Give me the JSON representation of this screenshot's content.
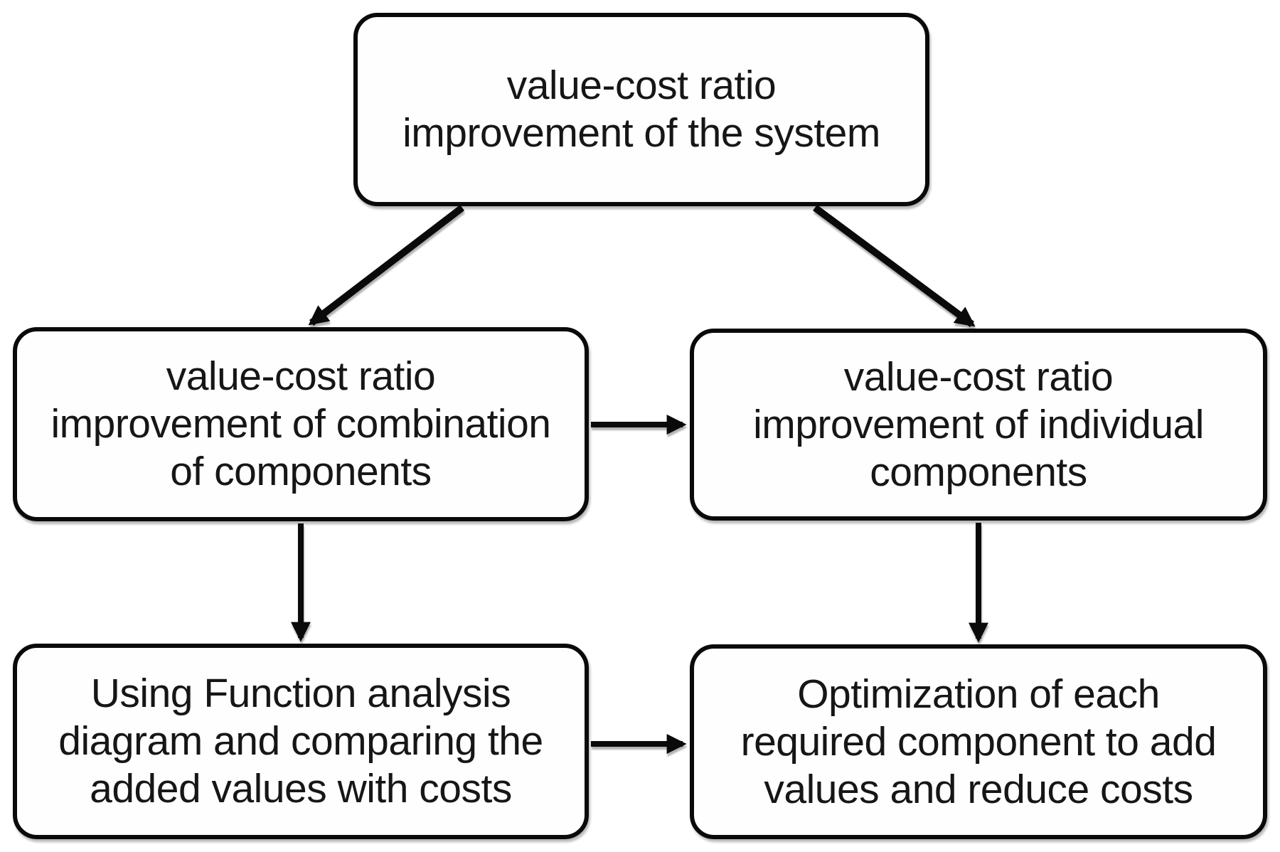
{
  "diagram": {
    "background_color": "#ffffff",
    "line_color": "#0a0a0a",
    "text_color": "#161616",
    "node_fill_color": "#fefefe",
    "nodes": {
      "system": {
        "label": "value-cost ratio\nimprovement of the system"
      },
      "combination": {
        "label": "value-cost ratio\nimprovement of combination\nof components"
      },
      "individual": {
        "label": "value-cost ratio\nimprovement of individual\ncomponents"
      },
      "function_analysis": {
        "label": "Using Function analysis\ndiagram and comparing the\nadded values with costs"
      },
      "optimization": {
        "label": "Optimization of each\nrequired component to add\nvalues and reduce costs"
      }
    },
    "edges": [
      {
        "from": "system",
        "to": "combination",
        "style": "diagonal-down-left"
      },
      {
        "from": "system",
        "to": "individual",
        "style": "diagonal-down-right"
      },
      {
        "from": "combination",
        "to": "individual",
        "style": "horizontal-right"
      },
      {
        "from": "combination",
        "to": "function_analysis",
        "style": "vertical-down"
      },
      {
        "from": "individual",
        "to": "optimization",
        "style": "vertical-down"
      },
      {
        "from": "function_analysis",
        "to": "optimization",
        "style": "horizontal-right"
      }
    ]
  }
}
